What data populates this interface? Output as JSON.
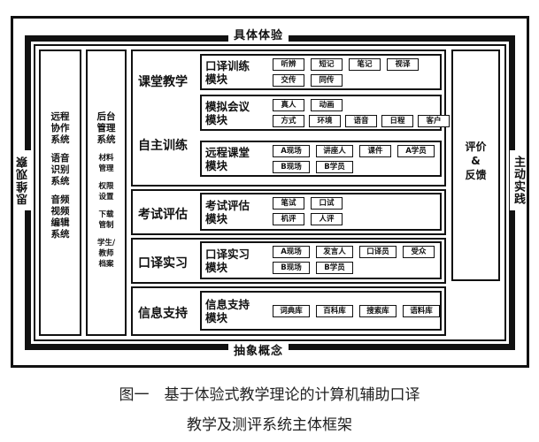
{
  "edges": {
    "top": "具体体验",
    "bottom": "抽象概念",
    "left": "思维观察",
    "right": "主动实践"
  },
  "left_columns": [
    {
      "items": [
        "远程",
        "协作",
        "系统",
        "",
        "语音",
        "识别",
        "系统",
        "",
        "音频",
        "视频",
        "编辑",
        "系统"
      ]
    },
    {
      "items": [
        "后台",
        "管理",
        "系统",
        "",
        "材料",
        "管理",
        "",
        "权限",
        "设置",
        "",
        "下载",
        "管制",
        "",
        "学生/",
        "教师",
        "档案"
      ]
    }
  ],
  "groups": [
    {
      "label": "课堂教学"
    },
    {
      "label": "自主训练"
    },
    {
      "label": "考试评估"
    },
    {
      "label": "口译实习"
    },
    {
      "label": "信息支持"
    }
  ],
  "modules": [
    {
      "title": [
        "口译训练",
        "模块"
      ],
      "row1": [
        "听辨",
        "短记",
        "笔记",
        "视译"
      ],
      "row2": [
        "交传",
        "同传"
      ]
    },
    {
      "title": [
        "模拟会议",
        "模块"
      ],
      "row1": [
        "真人",
        "动画"
      ],
      "row2": [
        "方式",
        "环境",
        "语音",
        "日程",
        "客户"
      ]
    },
    {
      "title": [
        "远程课堂",
        "模块"
      ],
      "row1": [
        "A现场",
        "讲座人",
        "课件",
        "A学员"
      ],
      "row2": [
        "B现场",
        "B学员"
      ]
    },
    {
      "title": [
        "考试评估",
        "模块"
      ],
      "row1": [
        "笔试",
        "口试"
      ],
      "row2": [
        "机评",
        "人评"
      ]
    },
    {
      "title": [
        "口译实习",
        "模块"
      ],
      "row1": [
        "A现场",
        "发言人",
        "口译员",
        "受众"
      ],
      "row2": [
        "B现场",
        "B学员"
      ]
    },
    {
      "title": [
        "信息支持",
        "模块"
      ],
      "row1": [
        "词典库",
        "百科库",
        "搜索库",
        "语料库"
      ],
      "row2": []
    }
  ],
  "right_column": {
    "text": [
      "评价",
      "&",
      "反馈"
    ]
  },
  "caption": {
    "line1": "图一　基于体验式教学理论的计算机辅助口译",
    "line2": "教学及测评系统主体框架"
  }
}
